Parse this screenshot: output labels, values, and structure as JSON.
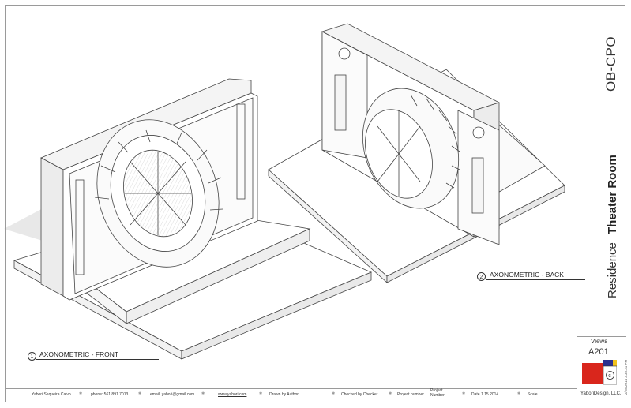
{
  "sheet": {
    "project_code": "OB-CPO",
    "project_type": "Residence",
    "project_name": "Theater Room",
    "print_date": "2/28/2014 3:38:31 PM",
    "views_label": "Views",
    "sheet_number": "A201",
    "company": "YaboriDesign, LLC."
  },
  "views": [
    {
      "number": "1",
      "title": "AXONOMETRIC - FRONT"
    },
    {
      "number": "2",
      "title": "AXONOMETRIC - BACK"
    }
  ],
  "footer": {
    "designer": "Yabori Sequeira Calvo",
    "phone": "phone:  561.891.7013",
    "email": "email:  yabori@gmail.com",
    "website": "www.yabori.com",
    "drawn_by": "Drawn by    Author",
    "checked_by": "Checked by  Checker",
    "project_number_label": "Project number",
    "project_label_line1": "Project",
    "project_label_line2": "Number",
    "date": "Date    1.15.2014",
    "scale": "Scale"
  },
  "colors": {
    "logo_red": "#d9261c",
    "logo_blue": "#2b2f8f",
    "logo_yellow": "#f2c21b"
  }
}
